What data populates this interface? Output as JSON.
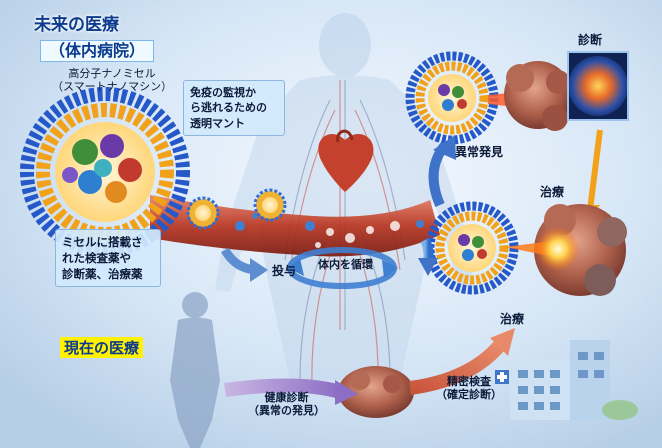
{
  "future": {
    "title": "未来の医療",
    "subtitle": "（体内病院）",
    "nano_label_line1": "高分子ナノミセル",
    "nano_label_line2": "（スマートナノマシン）"
  },
  "callouts": {
    "stealth_line1": "免疫の監視か",
    "stealth_line2": "ら逃れるための",
    "stealth_line3": "透明マント",
    "payload_line1": "ミセルに搭載さ",
    "payload_line2": "れた検査薬や",
    "payload_line3": "診断薬、治療薬"
  },
  "labels": {
    "diagnosis": "診断",
    "abnormality": "異常発見",
    "treatment_upper": "治療",
    "administration": "投与",
    "circulation": "体内を循環",
    "treatment_lower": "治療"
  },
  "current": {
    "title": "現在の医療",
    "checkup_line1": "健康診断",
    "checkup_line2": "（異常の発見）",
    "exam_line1": "精密検査",
    "exam_line2": "（確定診断）"
  },
  "colors": {
    "accent_blue": "#0b3a8f",
    "highlight_yellow": "#fff200",
    "vessel_red": "#c2402c",
    "flow_blue": "#3f7fd1"
  }
}
